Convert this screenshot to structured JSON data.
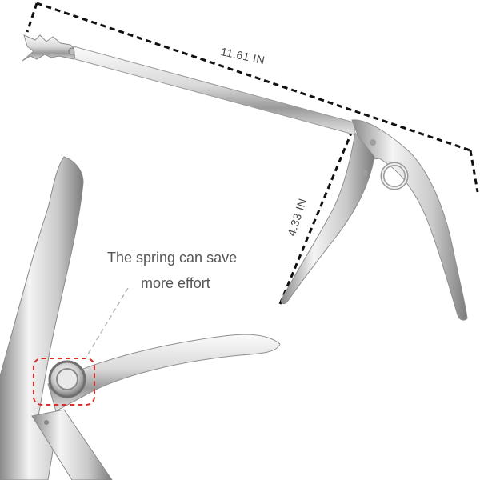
{
  "dimensions": {
    "length": "11.61 IN",
    "width": "4.33 IN"
  },
  "callout": {
    "line1": "The spring can save",
    "line2": "more effort"
  },
  "colors": {
    "dashed_lines": "#111111",
    "highlight_box": "#d43030",
    "steel_light": "#f2f2f2",
    "steel_mid": "#c8c8c8",
    "steel_dark": "#7a7a7a",
    "text": "#555555"
  }
}
